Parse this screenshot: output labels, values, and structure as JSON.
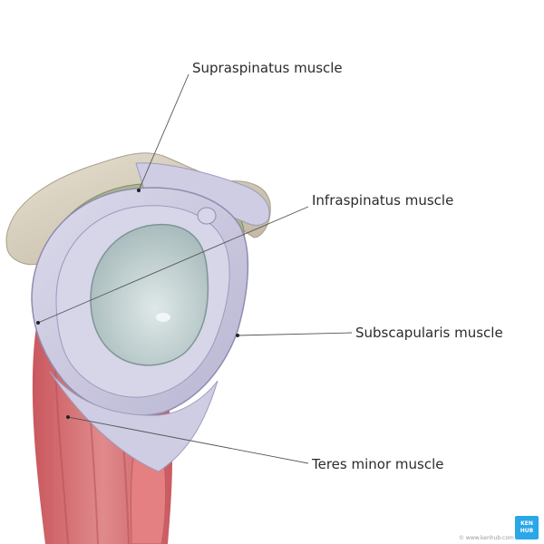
{
  "labels": {
    "supraspinatus": "Supraspinatus muscle",
    "infraspinatus": "Infraspinatus muscle",
    "subscapularis": "Subscapularis muscle",
    "teres_minor": "Teres minor muscle"
  },
  "credit": "© www.kenhub.com",
  "logo": {
    "line1": "KEN",
    "line2": "HUB"
  },
  "colors": {
    "bone": "#d9d2c3",
    "muscle_red": "#d86a6e",
    "tendon_lavender": "#c9c7de",
    "bursa_green": "#a9b48a",
    "glenoid": "#c4d2d3",
    "leader_line": "#555555",
    "brand": "#2aa7e8"
  }
}
